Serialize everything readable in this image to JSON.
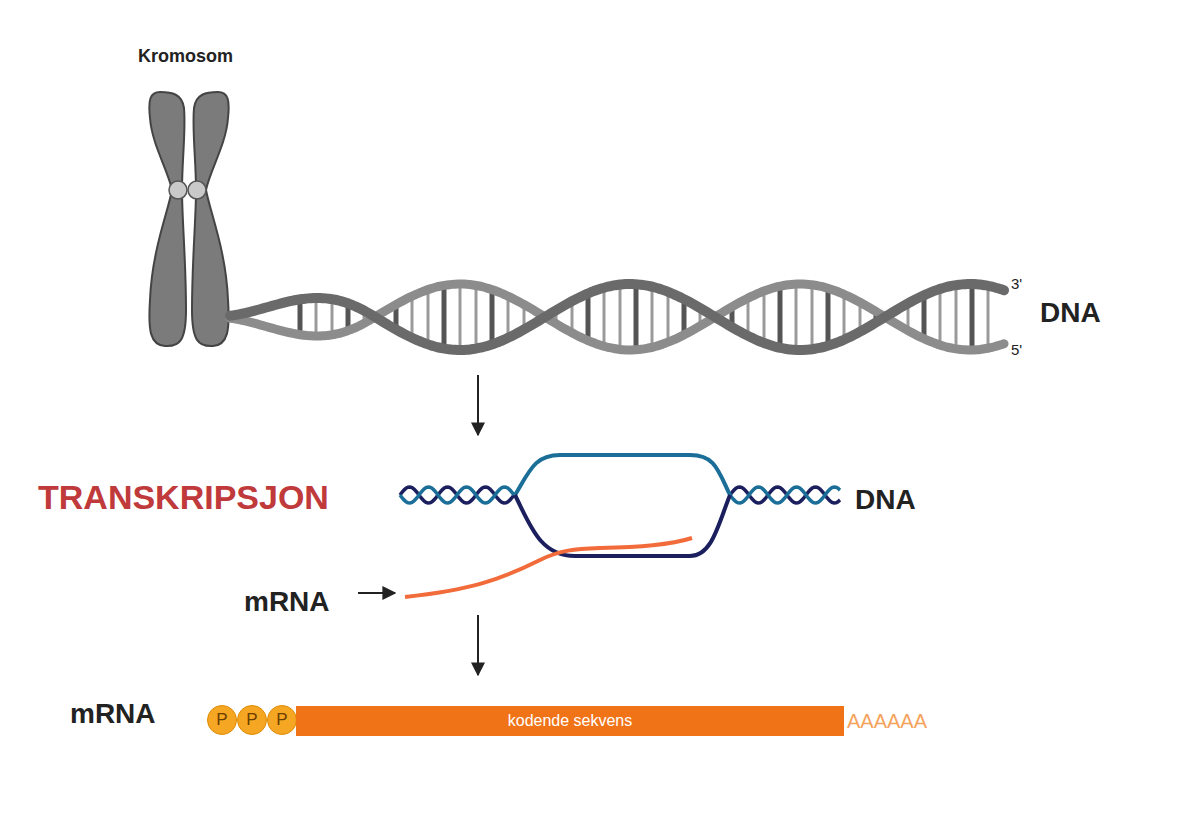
{
  "diagram": {
    "nodes": [
      {
        "text": [
          "P"
        ]
      },
      {
        "text": [
          "P"
        ]
      },
      {
        "text": [
          "P"
        ]
      },
      {
        "text": [
          "kodende sekvens"
        ]
      }
    ],
    "labels": [
      "Kromosom",
      "3'",
      "DNA",
      "5'",
      "TRANSKRIPSJON",
      "DNA",
      "mRNA",
      "mRNA",
      "AAAAAA"
    ]
  }
}
